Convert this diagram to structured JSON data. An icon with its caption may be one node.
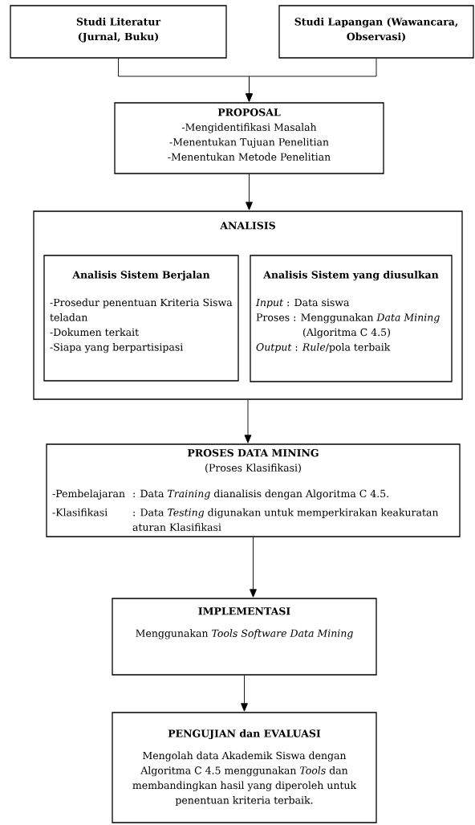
{
  "diagram": {
    "nodes": [
      {
        "text": [
          "Studi Literatur (Jurnal, Buku)"
        ]
      },
      {
        "text": [
          "Studi Lapangan (Wawancara, Observasi)"
        ]
      },
      {
        "text": [
          "PROPOSAL",
          "-Mengidentifikasi Masalah",
          "-Menentukan Tujuan Penelitian",
          "-Menentukan Metode Penelitian"
        ]
      },
      {
        "text": [
          "ANALISIS"
        ]
      },
      {
        "text": [
          "Analisis Sistem Berjalan",
          "-Prosedur penentuan Kriteria Siswa teladan",
          "-Dokumen terkait",
          "-Siapa yang berpartisipasi"
        ],
        "in": 3
      },
      {
        "text": [
          "Analisis Sistem yang diusulkan",
          "*Input* : Data siswa",
          "Proses : Menggunakan *Data Mining* (Algoritma C 4.5)",
          "*Output* : *Rule*/pola terbaik"
        ],
        "in": 3
      },
      {
        "text": [
          "PROSES DATA MINING",
          "(Proses Klasifikasi)",
          "-Pembelajaran",
          ": Data *Training* dianalisis dengan Algoritma C 4.5.",
          "-Klasifikasi",
          ": Data *Testing* digunakan untuk memperkirakan keakuratan aturan Klasifikasi"
        ]
      },
      {
        "text": [
          "IMPLEMENTASI",
          "Menggunakan *Tools Software Data Mining*"
        ]
      },
      {
        "text": [
          "PENGUJIAN dan EVALUASI",
          "Mengolah data Akademik Siswa dengan Algoritma C 4.5 menggunakan *Tools* dan membandingkan hasil yang diperoleh untuk penentuan kriteria terbaik."
        ]
      }
    ],
    "edges": [
      {
        "from": 0,
        "to": 2,
        "arrow": "to"
      },
      {
        "from": 1,
        "to": 2,
        "arrow": "to"
      },
      {
        "from": 2,
        "to": 3,
        "arrow": "to"
      },
      {
        "from": 3,
        "to": 6,
        "arrow": "to"
      },
      {
        "from": 6,
        "to": 7,
        "arrow": "to"
      },
      {
        "from": 7,
        "to": 8,
        "arrow": "to"
      }
    ]
  }
}
